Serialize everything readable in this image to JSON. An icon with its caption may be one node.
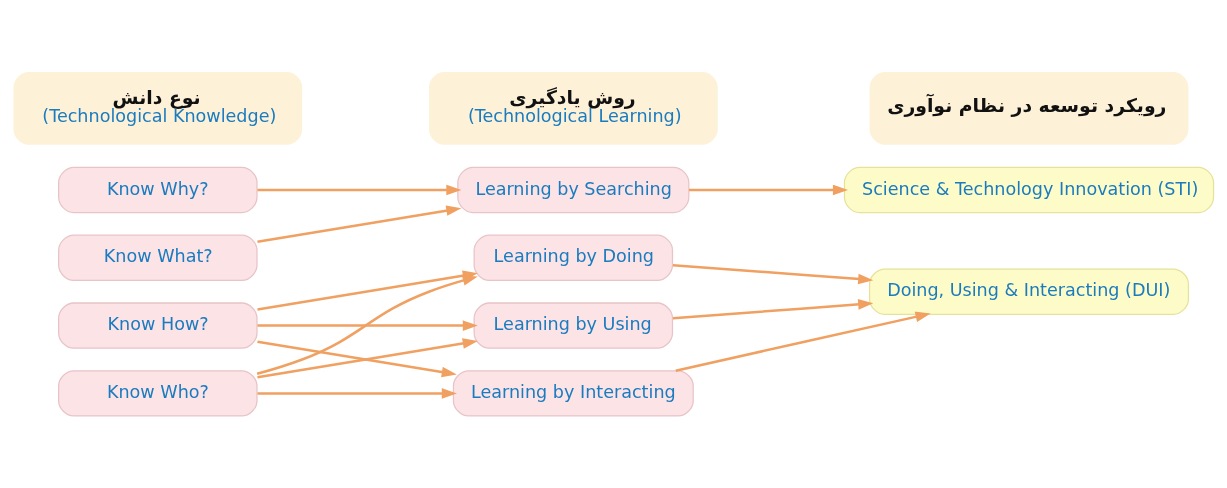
{
  "diagram": {
    "nodes": [
      {
        "text": [
          "نوع دانش",
          "(Technological Knowledge)"
        ]
      },
      {
        "text": [
          "روش یادگیری",
          "(Technological Learning)"
        ]
      },
      {
        "text": [
          "رویکرد توسعه در نظام نوآوری"
        ]
      },
      {
        "text": [
          "Know Why?"
        ]
      },
      {
        "text": [
          "Know What?"
        ]
      },
      {
        "text": [
          "Know How?"
        ]
      },
      {
        "text": [
          "Know Who?"
        ]
      },
      {
        "text": [
          "Learning by Searching"
        ]
      },
      {
        "text": [
          "Learning by Doing"
        ]
      },
      {
        "text": [
          "Learning by Using"
        ]
      },
      {
        "text": [
          "Learning by Interacting"
        ]
      },
      {
        "text": [
          "Science & Technology Innovation (STI)"
        ]
      },
      {
        "text": [
          "Doing, Using & Interacting (DUI)"
        ]
      }
    ],
    "edges": [
      {
        "from": 3,
        "to": 7,
        "arrow": "to"
      },
      {
        "from": 4,
        "to": 7,
        "arrow": "to"
      },
      {
        "from": 7,
        "to": 11,
        "arrow": "to"
      },
      {
        "from": 5,
        "to": 8,
        "arrow": "to"
      },
      {
        "from": 5,
        "to": 9,
        "arrow": "to"
      },
      {
        "from": 5,
        "to": 10,
        "arrow": "to"
      },
      {
        "from": 6,
        "to": 8,
        "arrow": "to"
      },
      {
        "from": 6,
        "to": 9,
        "arrow": "to"
      },
      {
        "from": 6,
        "to": 10,
        "arrow": "to"
      },
      {
        "from": 8,
        "to": 12,
        "arrow": "to"
      },
      {
        "from": 9,
        "to": 12,
        "arrow": "to"
      },
      {
        "from": 10,
        "to": 12,
        "arrow": "to"
      }
    ]
  }
}
